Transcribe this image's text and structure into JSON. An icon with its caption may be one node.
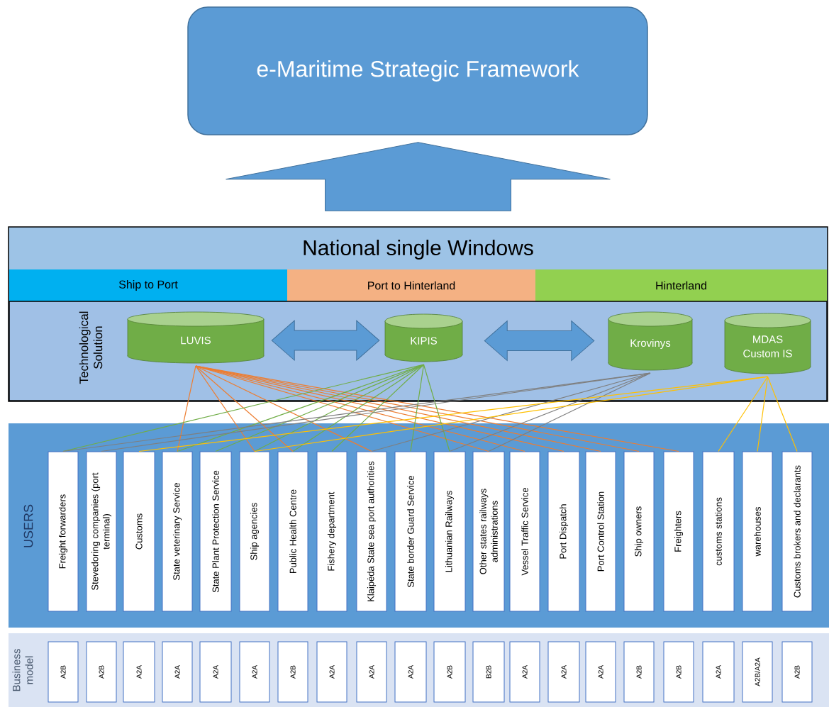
{
  "diagram": {
    "nodes": [
      {
        "text": [
          "e-Maritime Strategic Framework"
        ]
      },
      {
        "text": [
          "National single Windows"
        ]
      },
      {
        "text": [
          "Ship to Port"
        ],
        "in": 1
      },
      {
        "text": [
          "Port to Hinterland"
        ],
        "in": 1
      },
      {
        "text": [
          "Hinterland"
        ],
        "in": 1
      },
      {
        "text": [
          "Technological Solution"
        ],
        "in": 1
      },
      {
        "text": [
          "LUVIS"
        ],
        "in": 5
      },
      {
        "text": [
          "KIPIS"
        ],
        "in": 5
      },
      {
        "text": [
          "Krovinys"
        ],
        "in": 5
      },
      {
        "text": [
          "MDAS Custom IS"
        ],
        "in": 5
      },
      {
        "text": [
          "USERS"
        ]
      },
      {
        "text": [
          "Freight forwarders"
        ],
        "in": 10
      },
      {
        "text": [
          "Stevedoring companies (port terminal)"
        ],
        "in": 10
      },
      {
        "text": [
          "Customs"
        ],
        "in": 10
      },
      {
        "text": [
          "State veterinary Service"
        ],
        "in": 10
      },
      {
        "text": [
          "State Plant Protection Service"
        ],
        "in": 10
      },
      {
        "text": [
          "Ship agencies"
        ],
        "in": 10
      },
      {
        "text": [
          "Public Health Centre"
        ],
        "in": 10
      },
      {
        "text": [
          "Fishery department"
        ],
        "in": 10
      },
      {
        "text": [
          "Klaipėda State sea port authorities"
        ],
        "in": 10
      },
      {
        "text": [
          "State border Guard Service"
        ],
        "in": 10
      },
      {
        "text": [
          "Lithuanian Railways"
        ],
        "in": 10
      },
      {
        "text": [
          "Other states railways administrations"
        ],
        "in": 10
      },
      {
        "text": [
          "Vessel Traffic Service"
        ],
        "in": 10
      },
      {
        "text": [
          "Port Dispatch"
        ],
        "in": 10
      },
      {
        "text": [
          "Port Control Station"
        ],
        "in": 10
      },
      {
        "text": [
          "Ship owners"
        ],
        "in": 10
      },
      {
        "text": [
          "Freighters"
        ],
        "in": 10
      },
      {
        "text": [
          "customs stations"
        ],
        "in": 10
      },
      {
        "text": [
          "warehouses"
        ],
        "in": 10
      },
      {
        "text": [
          "Customs brokers and declarants"
        ],
        "in": 10
      },
      {
        "text": [
          "Business model"
        ]
      },
      {
        "text": [
          "A2B"
        ],
        "in": 31
      },
      {
        "text": [
          "A2B"
        ],
        "in": 31
      },
      {
        "text": [
          "A2A"
        ],
        "in": 31
      },
      {
        "text": [
          "A2A"
        ],
        "in": 31
      },
      {
        "text": [
          "A2A"
        ],
        "in": 31
      },
      {
        "text": [
          "A2A"
        ],
        "in": 31
      },
      {
        "text": [
          "A2B"
        ],
        "in": 31
      },
      {
        "text": [
          "A2A"
        ],
        "in": 31
      },
      {
        "text": [
          "A2A"
        ],
        "in": 31
      },
      {
        "text": [
          "A2A"
        ],
        "in": 31
      },
      {
        "text": [
          "A2B"
        ],
        "in": 31
      },
      {
        "text": [
          "B2B"
        ],
        "in": 31
      },
      {
        "text": [
          "A2A"
        ],
        "in": 31
      },
      {
        "text": [
          "A2A"
        ],
        "in": 31
      },
      {
        "text": [
          "A2A"
        ],
        "in": 31
      },
      {
        "text": [
          "A2B"
        ],
        "in": 31
      },
      {
        "text": [
          "A2B"
        ],
        "in": 31
      },
      {
        "text": [
          "A2A"
        ],
        "in": 31
      },
      {
        "text": [
          "A2B/A2A"
        ],
        "in": 31
      },
      {
        "text": [
          "A2B"
        ],
        "in": 31
      }
    ],
    "edges": [
      {
        "from": 1,
        "to": 0,
        "arrow": "to",
        "style": "thick",
        "color": "#5b9bd5"
      },
      {
        "from": 6,
        "to": 7,
        "arrow": "both",
        "style": "thick",
        "color": "#5b9bd5"
      },
      {
        "from": 7,
        "to": 8,
        "arrow": "both",
        "style": "thick",
        "color": "#5b9bd5"
      },
      {
        "from": 6,
        "to": 14,
        "arrow": "none"
      },
      {
        "from": 6,
        "to": 16,
        "arrow": "none"
      },
      {
        "from": 6,
        "to": 17,
        "arrow": "none"
      },
      {
        "from": 6,
        "to": 19,
        "arrow": "none"
      },
      {
        "from": 6,
        "to": 22,
        "arrow": "none"
      },
      {
        "from": 6,
        "to": 23,
        "arrow": "none"
      },
      {
        "from": 6,
        "to": 24,
        "arrow": "none"
      },
      {
        "from": 6,
        "to": 25,
        "arrow": "none"
      },
      {
        "from": 6,
        "to": 26,
        "arrow": "none"
      },
      {
        "from": 6,
        "to": 27,
        "arrow": "none"
      },
      {
        "from": 7,
        "to": 11,
        "arrow": "none",
        "color": "#70ad47"
      },
      {
        "from": 7,
        "to": 14,
        "arrow": "none",
        "color": "#70ad47"
      },
      {
        "from": 7,
        "to": 15,
        "arrow": "none",
        "color": "#70ad47"
      },
      {
        "from": 7,
        "to": 16,
        "arrow": "none",
        "color": "#70ad47"
      },
      {
        "from": 7,
        "to": 17,
        "arrow": "none",
        "color": "#70ad47"
      },
      {
        "from": 7,
        "to": 18,
        "arrow": "none",
        "color": "#70ad47"
      },
      {
        "from": 7,
        "to": 20,
        "arrow": "none",
        "color": "#70ad47"
      },
      {
        "from": 7,
        "to": 21,
        "arrow": "none",
        "color": "#70ad47"
      },
      {
        "from": 8,
        "to": 11,
        "arrow": "none",
        "color": "#7f7f7f"
      },
      {
        "from": 8,
        "to": 12,
        "arrow": "none",
        "color": "#7f7f7f"
      },
      {
        "from": 8,
        "to": 19,
        "arrow": "none",
        "color": "#7f7f7f"
      },
      {
        "from": 8,
        "to": 21,
        "arrow": "none",
        "color": "#7f7f7f"
      },
      {
        "from": 8,
        "to": 22,
        "arrow": "none",
        "color": "#7f7f7f"
      },
      {
        "from": 9,
        "to": 13,
        "arrow": "none",
        "color": "#ffc000"
      },
      {
        "from": 9,
        "to": 16,
        "arrow": "none",
        "color": "#ffc000"
      },
      {
        "from": 9,
        "to": 28,
        "arrow": "none",
        "color": "#ffc000"
      },
      {
        "from": 9,
        "to": 29,
        "arrow": "none",
        "color": "#ffc000"
      },
      {
        "from": 9,
        "to": 30,
        "arrow": "none",
        "color": "#ffc000"
      }
    ]
  }
}
